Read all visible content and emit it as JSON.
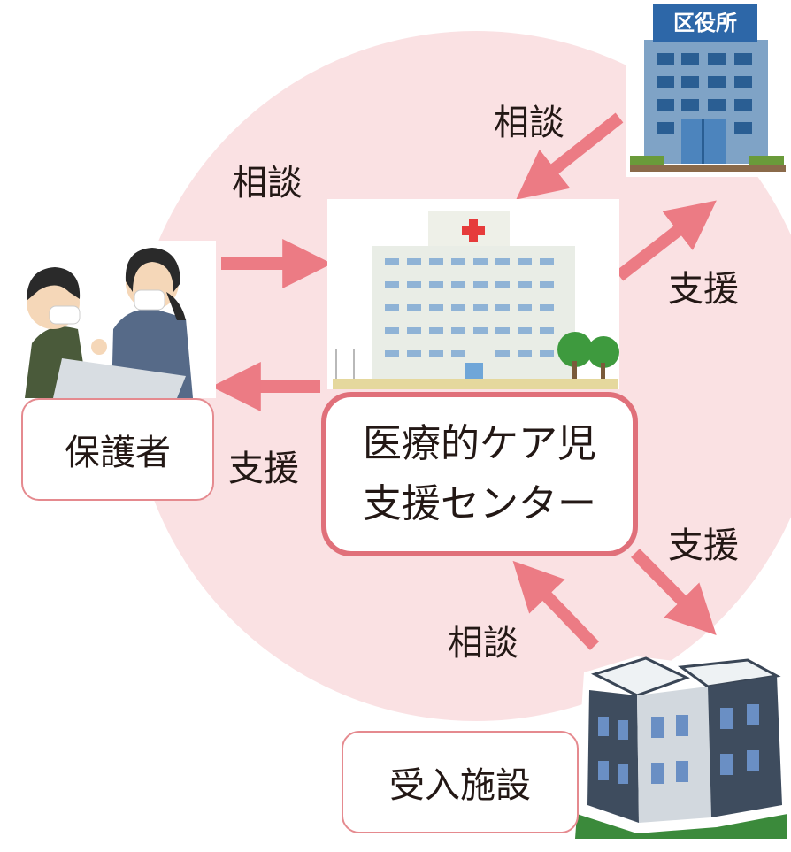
{
  "diagram": {
    "colors": {
      "circle": "#fae1e3",
      "arrow": "#ec7b84",
      "box_border": "#e0707a",
      "text": "#231815"
    },
    "city_hall_sign": "区役所",
    "labels": {
      "city_to_center": "相談",
      "guardian_to_center": "相談",
      "center_to_city": "支援",
      "center_to_guardian": "支援",
      "center_to_facility": "支援",
      "facility_to_center": "相談"
    },
    "nodes": {
      "guardian": "保護者",
      "center_line1": "医療的ケア児",
      "center_line2": "支援センター",
      "facility": "受入施設"
    }
  }
}
